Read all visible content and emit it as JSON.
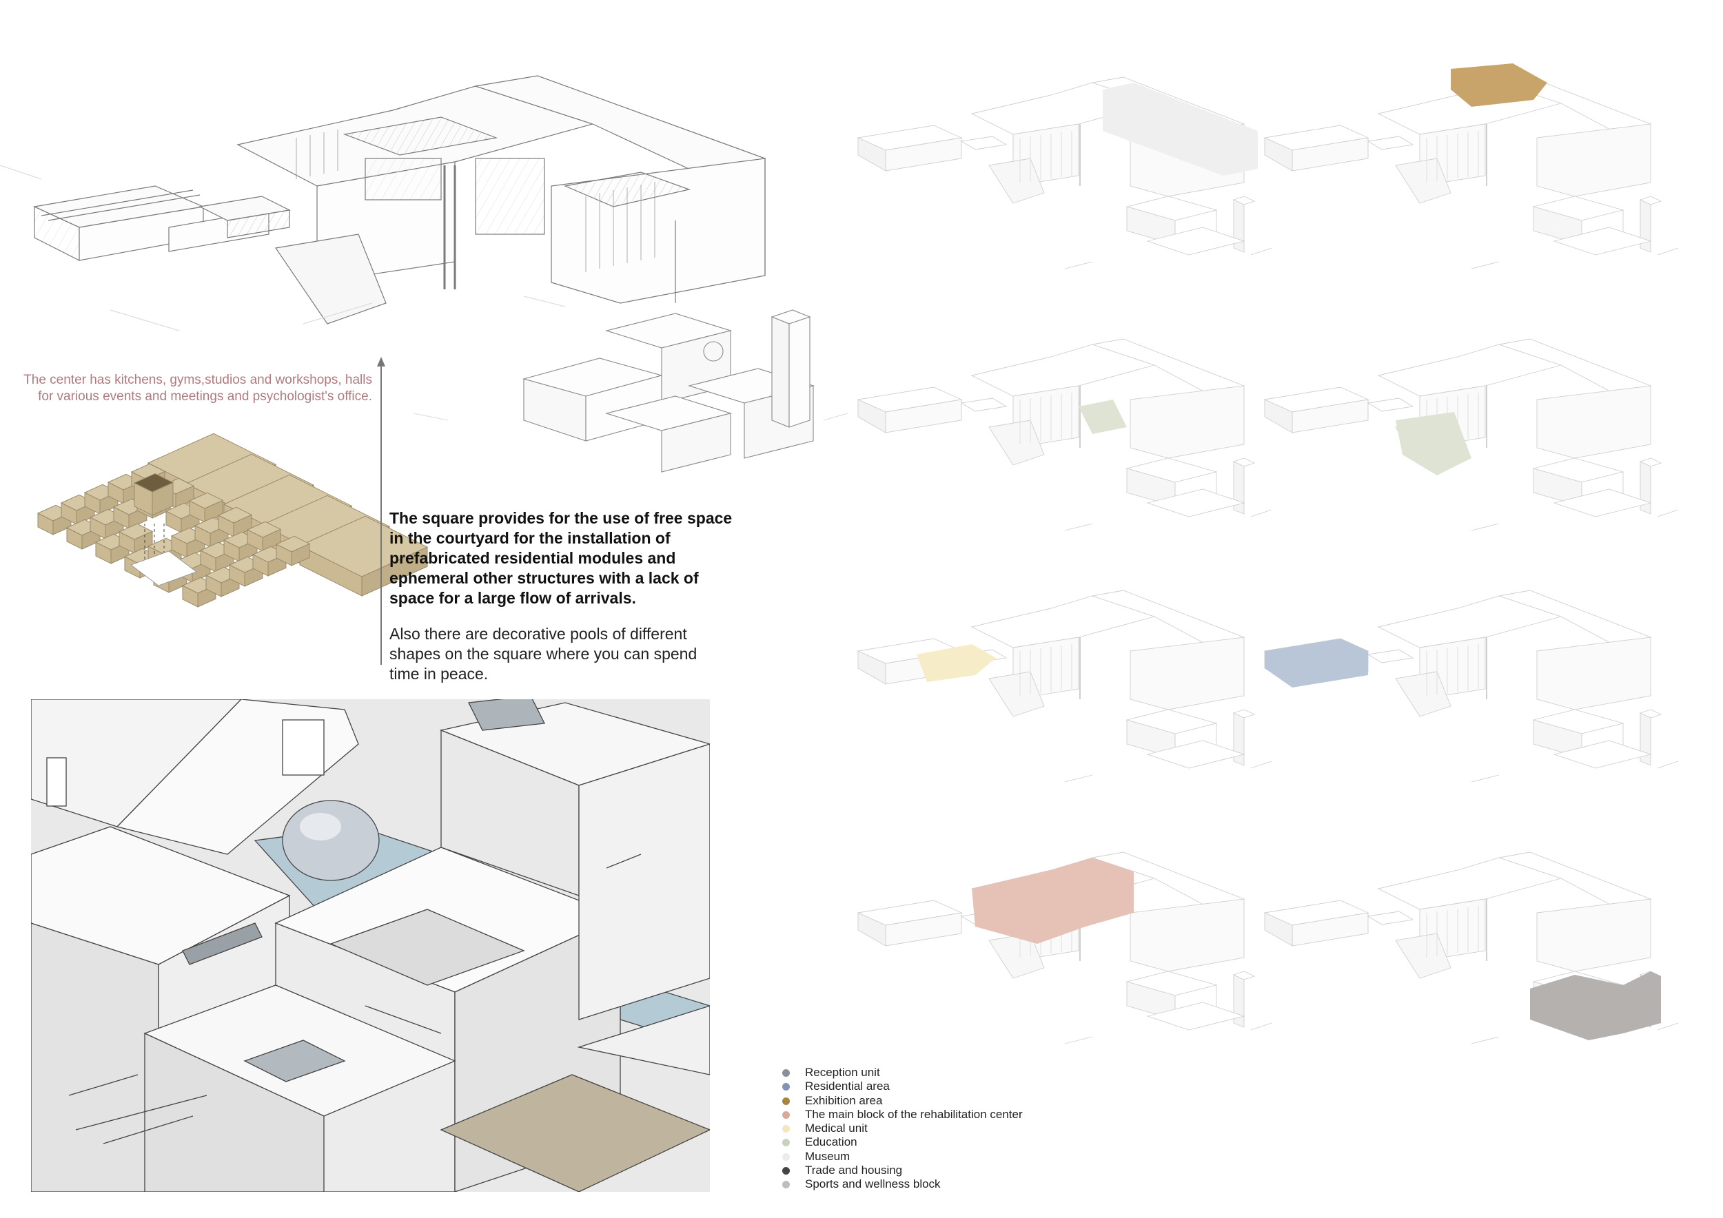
{
  "caption": "The center has kitchens, gyms,studios and workshops, halls for various events and meetings and psychologist's office.",
  "text_bold": "The square provides for the use of free space in the courtyard for the installation of prefabricated residential modules and ephemeral other structures with a lack of space for a large flow of arrivals.",
  "text_normal": "Also there are decorative pools of different shapes on the square where you can spend time in peace.",
  "legend": [
    {
      "label": "Reception unit",
      "color": "#8a8f99"
    },
    {
      "label": "Residential area",
      "color": "#8194b4"
    },
    {
      "label": "Exhibition area",
      "color": "#a8843e"
    },
    {
      "label": "The main block of the rehabilitation center",
      "color": "#d9a99b"
    },
    {
      "label": "Medical unit",
      "color": "#f5e6c0"
    },
    {
      "label": "Education",
      "color": "#c9d2bf"
    },
    {
      "label": "Museum",
      "color": "#ececec"
    },
    {
      "label": "Trade and housing",
      "color": "#444444"
    },
    {
      "label": "Sports and wellness block",
      "color": "#bdbdbd"
    }
  ],
  "highlight_colors": {
    "exhibition": "#c9a46a",
    "education": "#dfe3d3",
    "medical": "#f7ecc8",
    "residential": "#b9c6d8",
    "main_block": "#e6c2b6",
    "trade": "#b5b1ae",
    "museum": "#efefef",
    "modules": "#d7c8a5",
    "pool": "#b4cbd6"
  }
}
